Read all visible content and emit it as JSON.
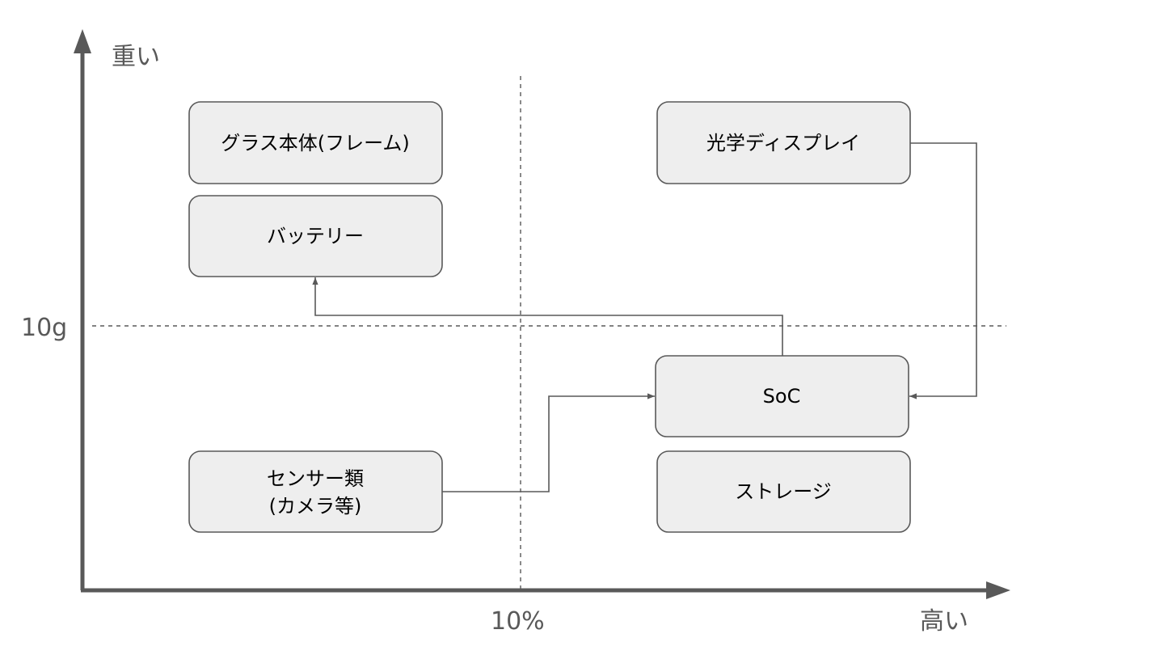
{
  "axes": {
    "y_top_label": "重い",
    "x_right_label": "高い",
    "y_threshold_label": "10g",
    "x_threshold_label": "10%",
    "line_color": "#595959"
  },
  "boxes": [
    {
      "id": "glass-frame",
      "lines": [
        "グラス本体(フレーム)"
      ]
    },
    {
      "id": "battery",
      "lines": [
        "バッテリー"
      ]
    },
    {
      "id": "optical-display",
      "lines": [
        "光学ディスプレイ"
      ]
    },
    {
      "id": "soc",
      "lines": [
        "SoC"
      ]
    },
    {
      "id": "sensors",
      "lines": [
        "センサー類",
        "(カメラ等)"
      ]
    },
    {
      "id": "storage",
      "lines": [
        "ストレージ"
      ]
    }
  ],
  "connections": [
    {
      "from": "sensors",
      "to": "soc"
    },
    {
      "from": "optical-display",
      "to": "soc"
    },
    {
      "from": "soc",
      "to": "battery"
    }
  ],
  "style": {
    "box_fill": "#eeeeee",
    "box_stroke": "#595959"
  }
}
